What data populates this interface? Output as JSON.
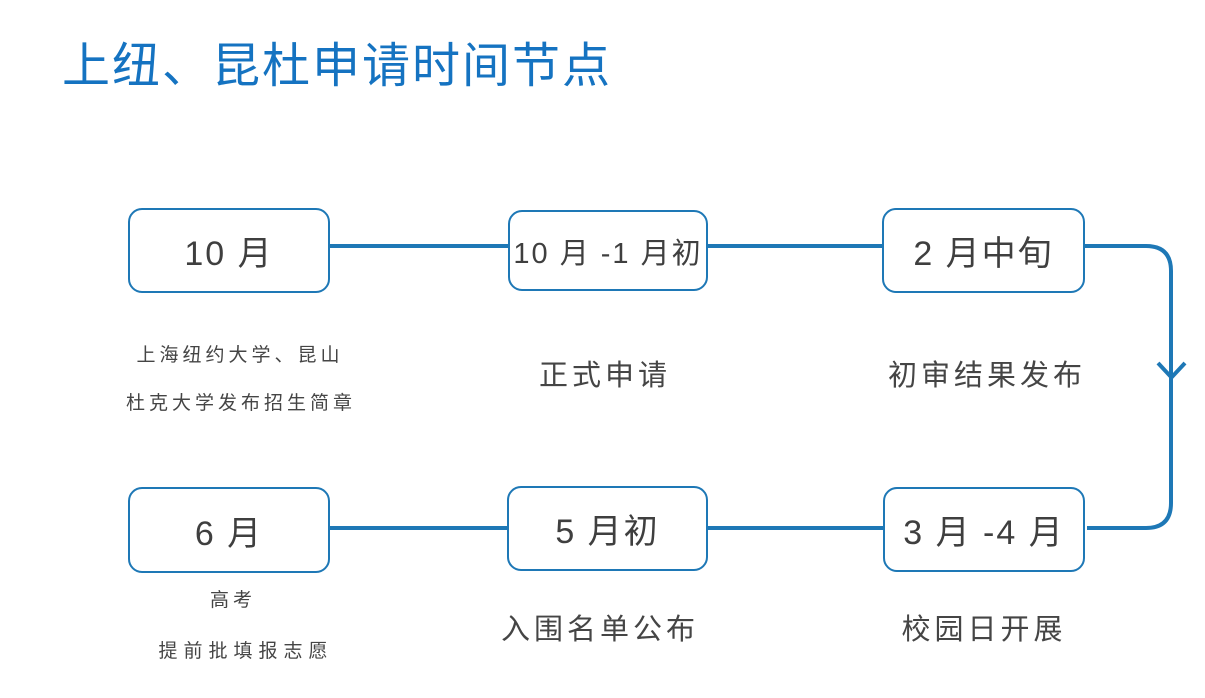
{
  "title": "上纽、昆杜申请时间节点",
  "colors": {
    "title": "#1573c1",
    "line": "#1e78b6",
    "box_text": "#3f3f3f",
    "label_text": "#454545"
  },
  "nodes": {
    "october": {
      "label": "10 月"
    },
    "oct_to_jan": {
      "label": "10 月 -1 月初"
    },
    "feb_mid": {
      "label": "2 月中旬"
    },
    "june": {
      "label": "6 月"
    },
    "may_early": {
      "label": "5 月初"
    },
    "mar_apr": {
      "label": "3 月 -4 月"
    }
  },
  "captions": {
    "october_line1": "上海纽约大学、昆山",
    "october_line2": "杜克大学发布招生简章",
    "formal_apply": "正式申请",
    "initial_result": "初审结果发布",
    "gaokao": "高考",
    "early_batch": "提前批填报志愿",
    "shortlist": "入围名单公布",
    "campus_day": "校园日开展"
  },
  "flow_order": [
    "10 月",
    "10 月 -1 月初",
    "2 月中旬",
    "3 月 -4 月",
    "5 月初",
    "6 月"
  ]
}
